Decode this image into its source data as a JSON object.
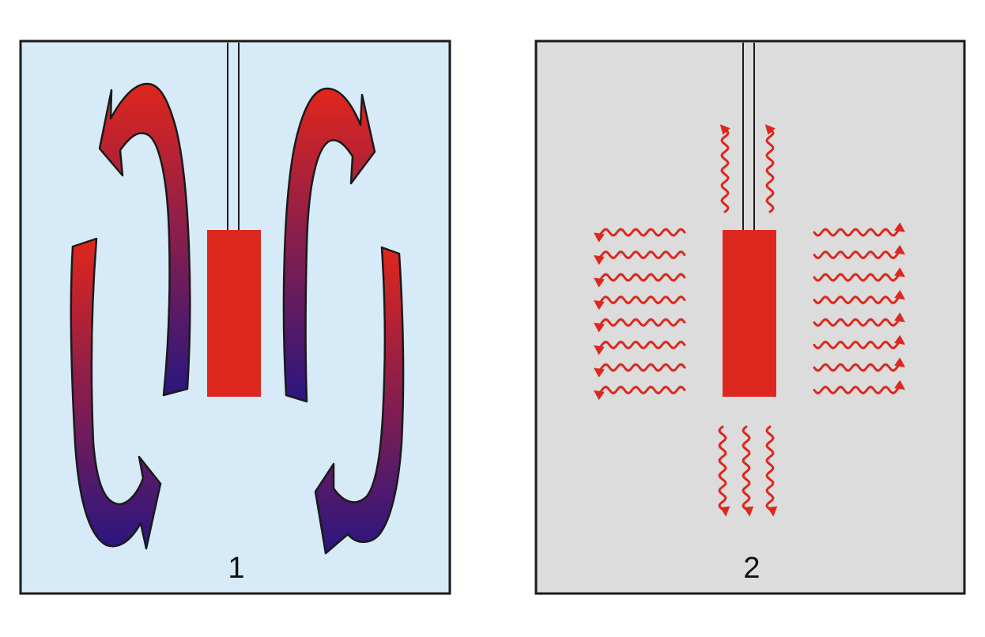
{
  "panels": [
    {
      "label": "1",
      "mode": "convection",
      "background": "#d6ebf7"
    },
    {
      "label": "2",
      "mode": "radiation",
      "background": "#dcdcdc"
    }
  ],
  "colors": {
    "heater": "#dc281e",
    "radiation": "#dc281e",
    "convection_hot": "#e0261c",
    "convection_cold": "#2a1680",
    "outline": "#1a1a1a"
  },
  "radiation": {
    "side_waves_per_side": 8,
    "top_waves": 2,
    "bottom_waves": 3
  }
}
